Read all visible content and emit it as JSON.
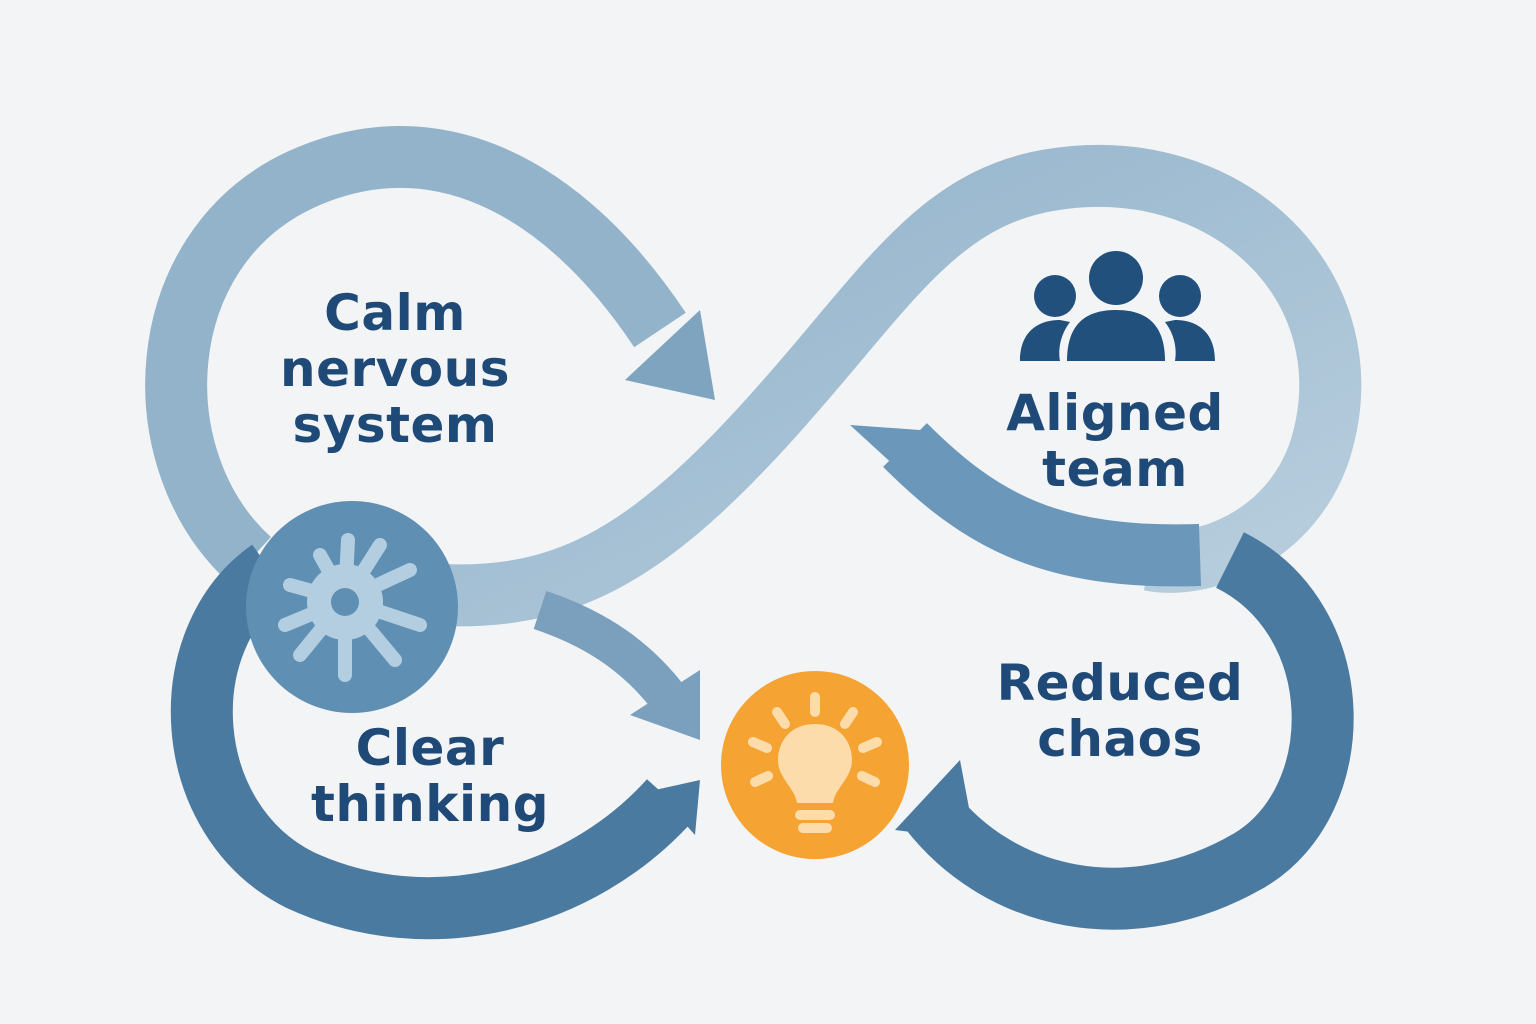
{
  "nodes": {
    "calm": {
      "line1": "Calm",
      "line2": "nervous",
      "line3": "system"
    },
    "aligned": {
      "line1": "Aligned",
      "line2": "team"
    },
    "clear": {
      "line1": "Clear",
      "line2": "thinking"
    },
    "chaos": {
      "line1": "Reduced",
      "line2": "chaos"
    }
  },
  "icons": {
    "neuron": "neuron-icon",
    "team": "team-icon",
    "bulb": "lightbulb-icon"
  },
  "colors": {
    "light_flow": "#9fbdd3",
    "dark_flow": "#4d7ea4",
    "text": "#1f4a78",
    "accent": "#f5a434",
    "neuron_bg": "#5f8fb3"
  }
}
